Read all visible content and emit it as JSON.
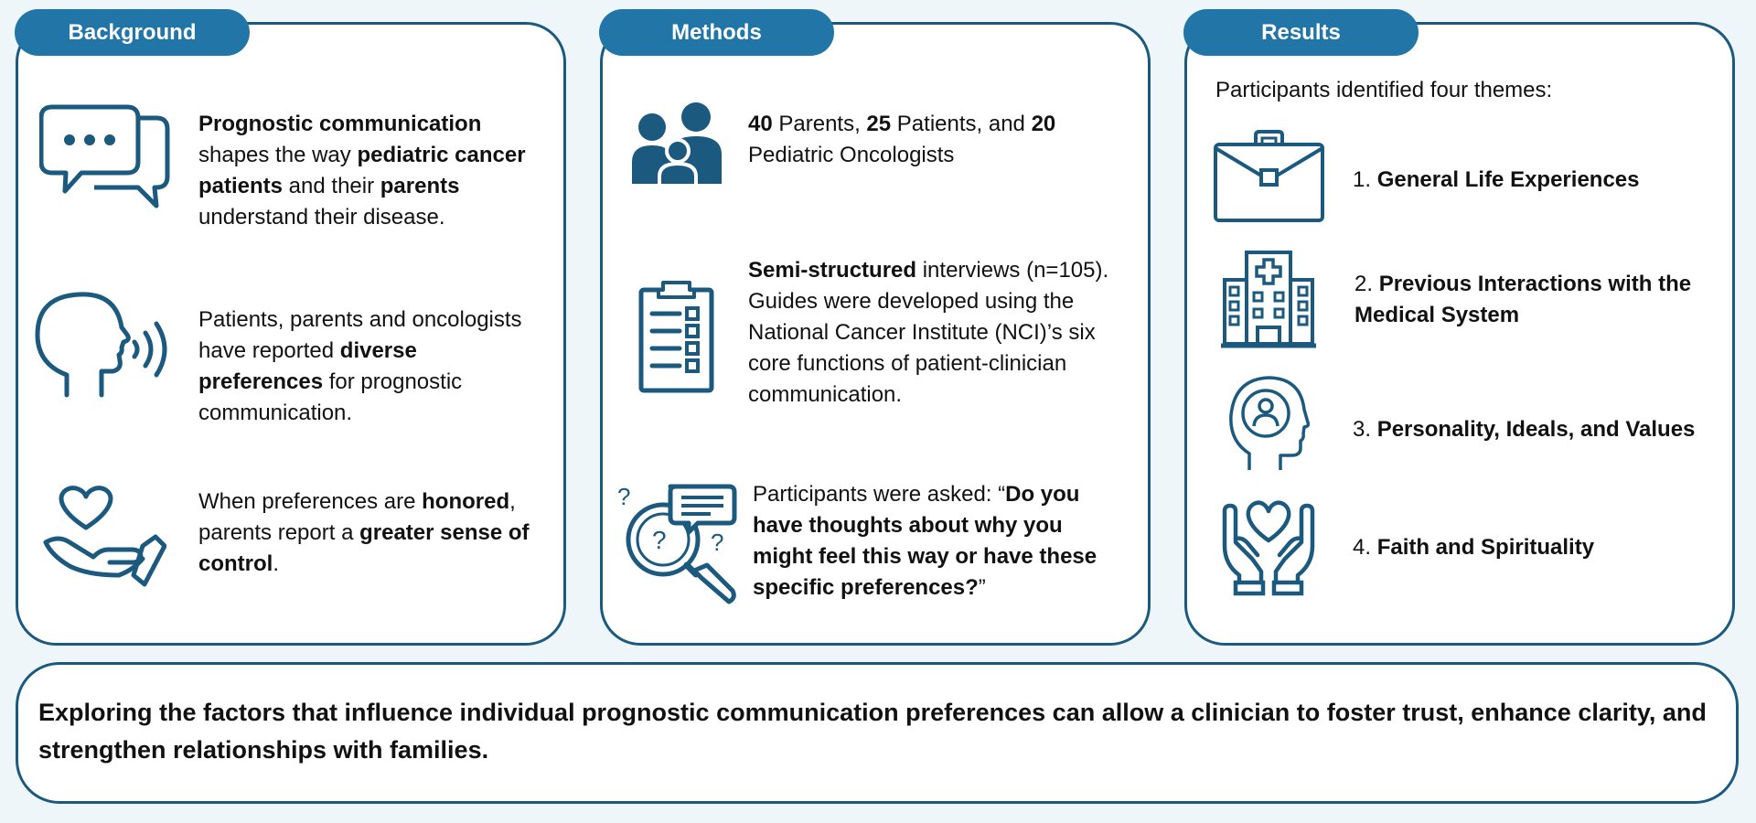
{
  "tabs": {
    "background": "Background",
    "methods": "Methods",
    "results": "Results"
  },
  "background": {
    "item1": {
      "icon": "speech-bubbles-icon",
      "t1": "Prognostic communication",
      "t2": " shapes the way ",
      "t3": "pediatric cancer patients",
      "t4": " and their ",
      "t5": "parents",
      "t6": " understand their disease."
    },
    "item2": {
      "icon": "speaking-head-icon",
      "t1": "Patients, parents and oncologists have reported ",
      "t2": "diverse preferences",
      "t3": " for prognostic communication."
    },
    "item3": {
      "icon": "heart-in-hand-icon",
      "t1": "When preferences are ",
      "t2": "honored",
      "t3": ", parents report a ",
      "t4": "greater sense of control",
      "t5": "."
    }
  },
  "methods": {
    "item1": {
      "icon": "family-icon",
      "n1": "40",
      "t1": " Parents, ",
      "n2": "25",
      "t2": " Patients, and ",
      "n3": "20",
      "t3": " Pediatric Oncologists"
    },
    "item2": {
      "icon": "clipboard-checklist-icon",
      "t1": "Semi-structured",
      "t2": " interviews (n=105). Guides were developed using the National Cancer Institute (NCI)’s six core functions of patient-clinician communication."
    },
    "item3": {
      "icon": "magnifier-questions-icon",
      "t1": "Participants were asked: “",
      "t2": "Do you have thoughts about why you might feel this way or have these specific preferences?",
      "t3": "”"
    }
  },
  "results": {
    "intro": "Participants identified four themes:",
    "themes": [
      {
        "icon": "briefcase-icon",
        "num": "1. ",
        "label": "General Life Experiences"
      },
      {
        "icon": "hospital-icon",
        "num": "2. ",
        "label": "Previous Interactions with the Medical System"
      },
      {
        "icon": "head-profile-icon",
        "num": "3. ",
        "label": "Personality, Ideals, and Values"
      },
      {
        "icon": "hands-heart-icon",
        "num": "4. ",
        "label": "Faith and Spirituality"
      }
    ]
  },
  "conclusion": "Exploring the factors that influence individual prognostic communication preferences can allow a clinician to foster trust, enhance clarity, and strengthen relationships with families.",
  "colors": {
    "accent": "#2275a7",
    "border": "#1b5a7e",
    "icon": "#1b5a7e",
    "page_background": "#eef6fa"
  }
}
